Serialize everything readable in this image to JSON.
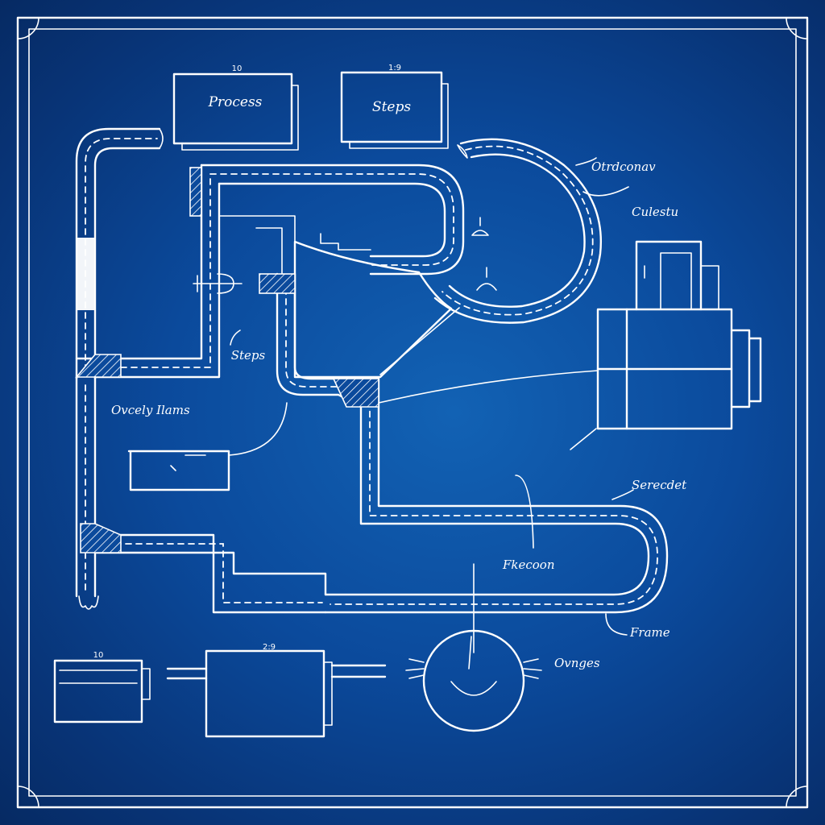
{
  "labels": {
    "process": "Process",
    "steps_top": "Steps",
    "steps_mid": "Steps",
    "right_label_1": "Otrdconav",
    "right_label_2": "Culestu",
    "left_label": "Ovcely Ilams",
    "serecdet": "Serecdet",
    "fkecoon": "Fkecoon",
    "frame": "Frame",
    "ovnges": "Ovnges"
  },
  "numbers": {
    "box1_top": "10",
    "box2_top": "1:9",
    "bottom_box1": "10",
    "bottom_box2": "2:9"
  },
  "colors": {
    "background": "#0b4a9c",
    "line": "#ffffff"
  }
}
